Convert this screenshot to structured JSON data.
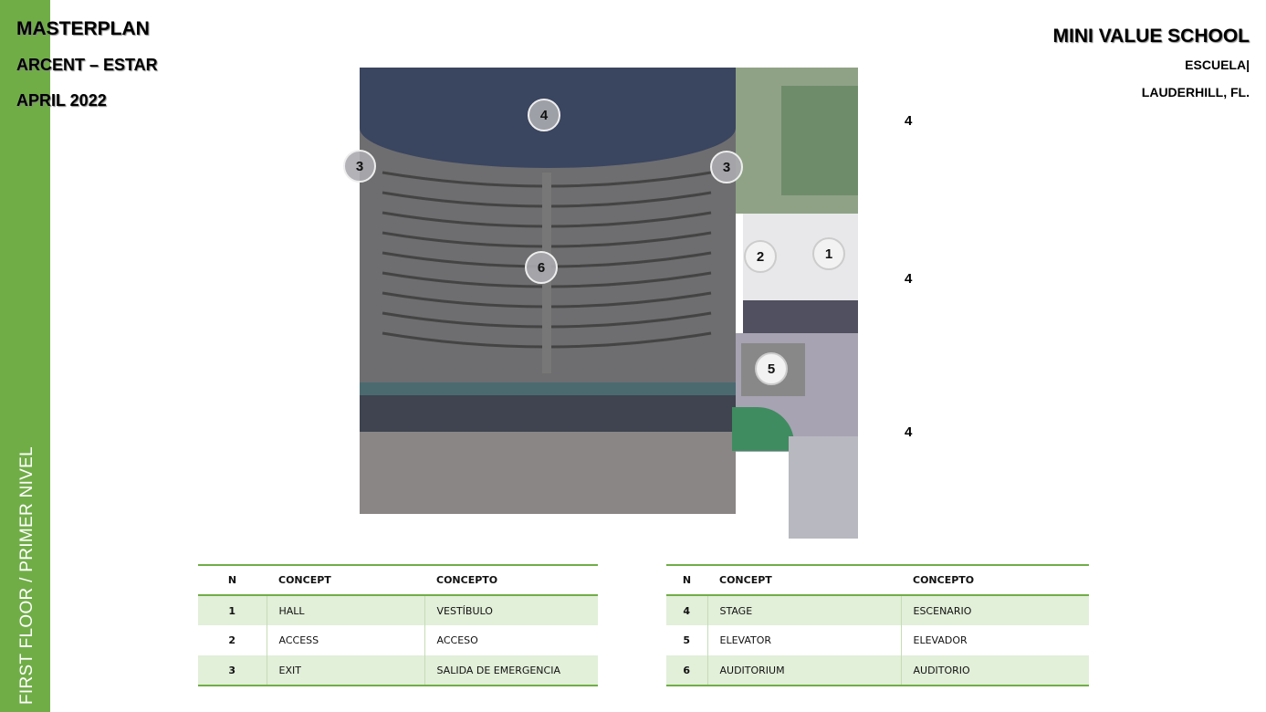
{
  "header": {
    "title": "MASTERPLAN",
    "subtitle": "ARCENT – ESTAR",
    "date": "APRIL 2022"
  },
  "project": {
    "name": "MINI VALUE SCHOOL",
    "type": "ESCUELA|",
    "location": "LAUDERHILL, FL."
  },
  "sidebar": {
    "floor_label": "FIRST FLOOR / PRIMER NIVEL"
  },
  "colors": {
    "accent": "#70ad47",
    "row_fill": "#e2efd9"
  },
  "plan": {
    "markers": [
      "4",
      "3",
      "3",
      "6",
      "2",
      "1",
      "5"
    ],
    "side_labels": [
      "4",
      "4",
      "4"
    ]
  },
  "table_left": {
    "headers": [
      "N",
      "CONCEPT",
      "CONCEPTO"
    ],
    "rows": [
      [
        "1",
        "HALL",
        "VESTÍBULO"
      ],
      [
        "2",
        "ACCESS",
        "ACCESO"
      ],
      [
        "3",
        "EXIT",
        "SALIDA DE EMERGENCIA"
      ]
    ]
  },
  "table_right": {
    "headers": [
      "N",
      "CONCEPT",
      "CONCEPTO"
    ],
    "rows": [
      [
        "4",
        "STAGE",
        "ESCENARIO"
      ],
      [
        "5",
        "ELEVATOR",
        "ELEVADOR"
      ],
      [
        "6",
        "AUDITORIUM",
        "AUDITORIO"
      ]
    ]
  }
}
